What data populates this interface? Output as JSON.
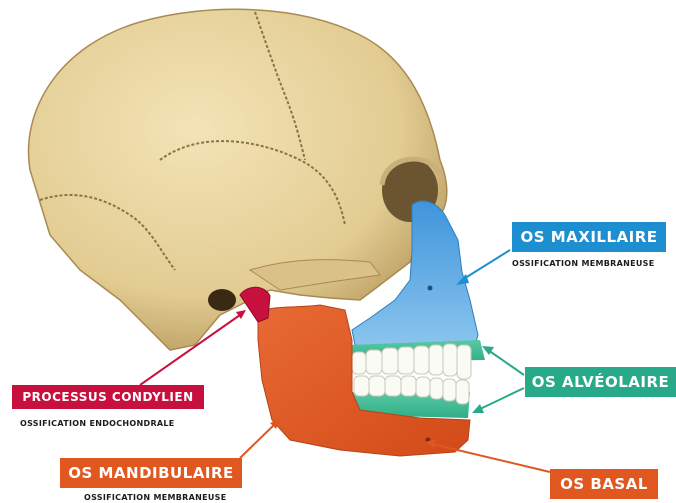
{
  "labels": {
    "maxillaire": {
      "title": "OS MAXILLAIRE",
      "subtitle": "OSSIFICATION MEMBRANEUSE",
      "color": "#1d8fd1"
    },
    "alveolaire": {
      "title": "OS ALVÉOLAIRE",
      "color": "#27a98a"
    },
    "condylien": {
      "title": "PROCESSUS CONDYLIEN",
      "subtitle": "OSSIFICATION ENDOCHONDRALE",
      "color": "#c8103e"
    },
    "mandibulaire": {
      "title": "OS MANDIBULAIRE",
      "subtitle": "OSSIFICATION MEMBRANEUSE",
      "color": "#e0571f"
    },
    "basal": {
      "title": "OS BASAL",
      "color": "#e0571f"
    }
  },
  "colors": {
    "bone": "#e9d6a2",
    "bone_shadow": "#b89a5c",
    "suture": "#8a7346",
    "maxilla": "#5fa6df",
    "alveolar": "#3dbb94",
    "condyle": "#c8103e",
    "mandible": "#e2592a",
    "teeth": "#fbfbf6"
  }
}
